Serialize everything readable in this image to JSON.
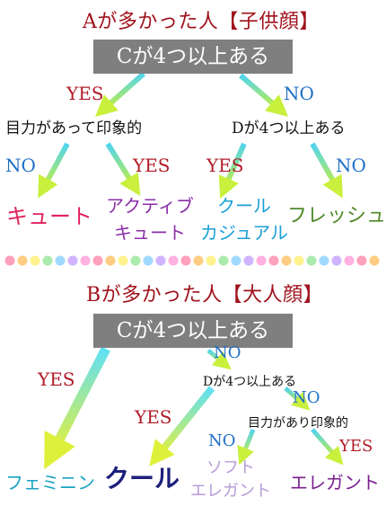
{
  "sectionA": {
    "title": "Aが多かった人【子供顔】",
    "root": "Cが4つ以上ある",
    "yes1": "YES",
    "no1": "NO",
    "left_question": "目力があって印象的",
    "right_question": "Dが4つ以上ある",
    "left_no": "NO",
    "left_yes": "YES",
    "right_yes": "YES",
    "right_no": "NO",
    "results": [
      {
        "lines": [
          "キュート"
        ],
        "color": "#e0245e"
      },
      {
        "lines": [
          "アクティブ",
          "キュート"
        ],
        "color": "#8b2fa8"
      },
      {
        "lines": [
          "クール",
          "カジュアル"
        ],
        "color": "#1b9fd6"
      },
      {
        "lines": [
          "フレッシュ"
        ],
        "color": "#4f8a2a"
      }
    ]
  },
  "sectionB": {
    "title": "Bが多かった人【大人顔】",
    "root": "Cが4つ以上ある",
    "yes1": "YES",
    "no1": "NO",
    "q2": "Dが4つ以上ある",
    "q2_yes": "YES",
    "q2_no": "NO",
    "q3": "目力があり印象的",
    "q3_no": "NO",
    "q3_yes": "YES",
    "results": [
      {
        "lines": [
          "フェミニン"
        ],
        "color": "#1aa3c4"
      },
      {
        "lines": [
          "クール"
        ],
        "color": "#1c1f7a"
      },
      {
        "lines": [
          "ソフト",
          "エレガント"
        ],
        "color": "#b79ad8"
      },
      {
        "lines": [
          "エレガント"
        ],
        "color": "#7a1f8f"
      }
    ]
  },
  "colors": {
    "title": "#a0121c",
    "yes": "#b01c28",
    "no": "#1e6fc7",
    "box": "#7f7f7f",
    "arrow_start": "#4fd3f0",
    "arrow_end": "#c8f03c"
  }
}
